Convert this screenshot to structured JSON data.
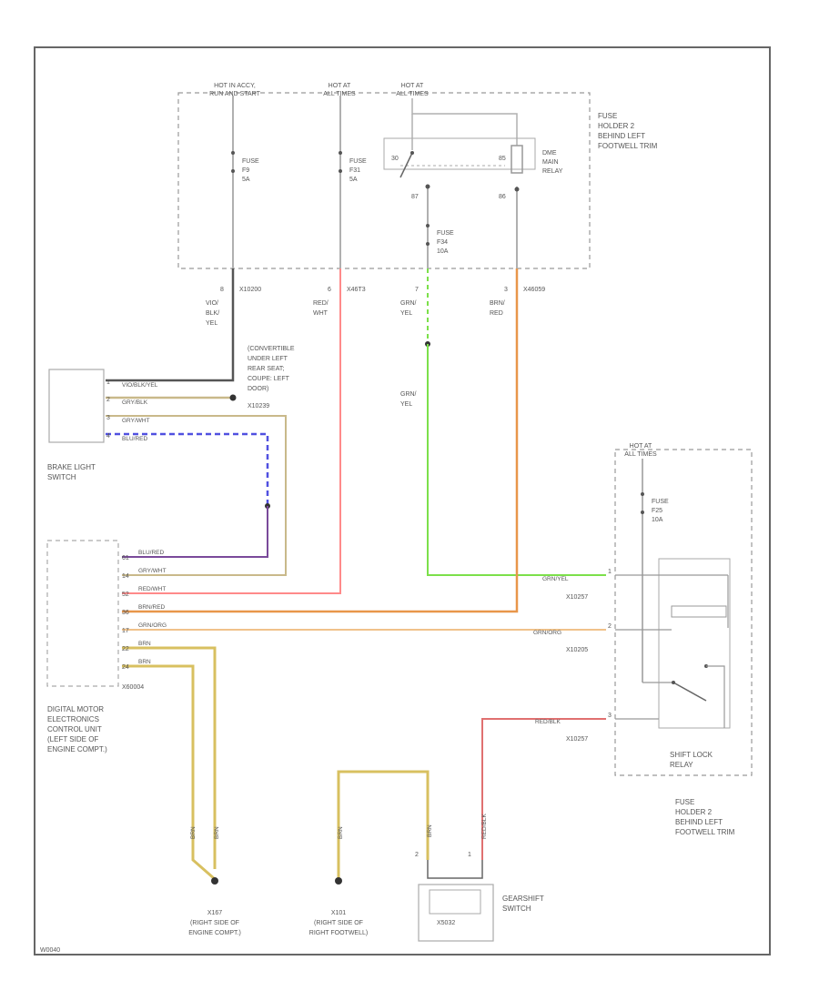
{
  "diagram_id": "W0040",
  "power_labels": {
    "p1": [
      "HOT IN ACCY,",
      "RUN AND START"
    ],
    "p2": [
      "HOT AT",
      "ALL TIMES"
    ],
    "p3": [
      "HOT AT",
      "ALL TIMES"
    ],
    "p4": [
      "HOT AT",
      "ALL TIMES"
    ]
  },
  "fuse_holder_top": [
    "FUSE",
    "HOLDER 2",
    "BEHIND LEFT",
    "FOOTWELL TRIM"
  ],
  "fuse_holder_right": [
    "FUSE",
    "HOLDER 2",
    "BEHIND LEFT",
    "FOOTWELL TRIM"
  ],
  "fuses": {
    "f9": [
      "FUSE",
      "F9",
      "5A"
    ],
    "f31": [
      "FUSE",
      "F31",
      "5A"
    ],
    "f34": [
      "FUSE",
      "F34",
      "10A"
    ],
    "f25": [
      "FUSE",
      "F25",
      "10A"
    ]
  },
  "dme_relay_label": [
    "DME",
    "MAIN",
    "RELAY"
  ],
  "relay_pins": {
    "a": "30",
    "b": "85",
    "c": "87",
    "d": "86"
  },
  "pin_numbers": {
    "p1": "8",
    "p2": "6",
    "p3": "7",
    "p4": "3"
  },
  "connectors": {
    "top1": "X10200",
    "top2": "X46T3",
    "top3": "X46059",
    "mid": "X10239",
    "dme": "X60004",
    "r1": "X10257",
    "r2": "X10205",
    "r3": "X10257",
    "gearshift": "X5032"
  },
  "wire_colors": {
    "w1": [
      "VIO/",
      "BLK/",
      "YEL"
    ],
    "w2": [
      "RED/",
      "WHT"
    ],
    "w3": [
      "GRN/",
      "YEL"
    ],
    "w4": [
      "BRN/",
      "RED"
    ],
    "w5": [
      "GRN/",
      "YEL"
    ]
  },
  "convertible_note": [
    "(CONVERTIBLE",
    "UNDER LEFT",
    "REAR SEAT;",
    "COUPE: LEFT",
    "DOOR)"
  ],
  "brake_switch_pins": [
    {
      "pin": "1",
      "wire": "VIO/BLK/YEL"
    },
    {
      "pin": "2",
      "wire": "GRY/BLK"
    },
    {
      "pin": "3",
      "wire": "GRY/WHT"
    },
    {
      "pin": "4",
      "wire": "BLU/RED"
    }
  ],
  "brake_switch_label": [
    "BRAKE LIGHT",
    "SWITCH"
  ],
  "dme_pins": [
    {
      "pin": "61",
      "wire": "BLU/RED"
    },
    {
      "pin": "14",
      "wire": "GRY/WHT"
    },
    {
      "pin": "52",
      "wire": "RED/WHT"
    },
    {
      "pin": "36",
      "wire": "BRN/RED"
    },
    {
      "pin": "17",
      "wire": "GRN/ORG"
    },
    {
      "pin": "22",
      "wire": "BRN"
    },
    {
      "pin": "24",
      "wire": "BRN"
    }
  ],
  "dme_label": [
    "DIGITAL MOTOR",
    "ELECTRONICS",
    "CONTROL UNIT",
    "(LEFT SIDE OF",
    "ENGINE COMPT.)"
  ],
  "shift_lock": {
    "w1": "GRN/YEL",
    "w2": "GRN/ORG",
    "w3": "RED/BLK",
    "pin_a": "1",
    "pin_b": "2",
    "pin_c": "3",
    "label": [
      "SHIFT LOCK",
      "RELAY"
    ]
  },
  "grounds": {
    "g1": {
      "id": "X167",
      "label": [
        "(RIGHT SIDE OF",
        "ENGINE COMPT.)"
      ]
    },
    "g2": {
      "id": "X101",
      "label": [
        "(RIGHT SIDE OF",
        "RIGHT FOOTWELL)"
      ]
    }
  },
  "ground_wires": {
    "g1a": "BRN",
    "g1b": "BRN",
    "g2": "BRN"
  },
  "gearshift": {
    "pin_a": "2",
    "pin_b": "1",
    "wire_a": "BRN",
    "wire_b": "RED/BLK",
    "label": [
      "GEARSHIFT",
      "SWITCH"
    ]
  },
  "colors": {
    "frame": "#666666",
    "wire_gray": "#b0b0b0",
    "wire_dark": "#555555",
    "wire_violet": "#7a4a9a",
    "wire_tan": "#c9b98a",
    "wire_red": "#ff8a8a",
    "wire_green": "#7ce04a",
    "wire_orange": "#e8964a",
    "wire_peach": "#f0c28a",
    "wire_brown_yellow": "#d8c060",
    "wire_blue": "#5050e0",
    "wire_red_black": "#e07070"
  }
}
